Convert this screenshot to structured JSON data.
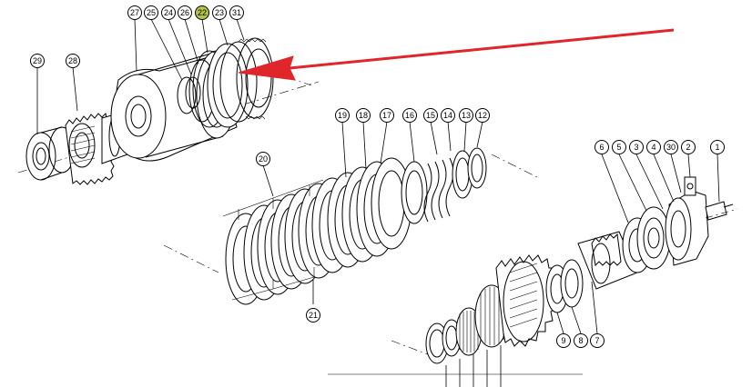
{
  "labels": {
    "p1": "1",
    "p2": "2",
    "p3": "3",
    "p4": "4",
    "p5": "5",
    "p6": "6",
    "p7": "7",
    "p8": "8",
    "p9": "9",
    "p12": "12",
    "p13": "13",
    "p14": "14",
    "p15": "15",
    "p16": "16",
    "p17": "17",
    "p18": "18",
    "p19": "19",
    "p20": "20",
    "p21": "21",
    "p22": "22",
    "p23": "23",
    "p24": "24",
    "p25": "25",
    "p26": "26",
    "p27": "27",
    "p28": "28",
    "p29": "29",
    "p30": "30",
    "p31": "31"
  },
  "highlighted_part": "22",
  "colors": {
    "highlight_fill": "#b5c443",
    "pointer_arrow": "#e0262b",
    "line_art": "#000000",
    "background": "#ffffff"
  }
}
